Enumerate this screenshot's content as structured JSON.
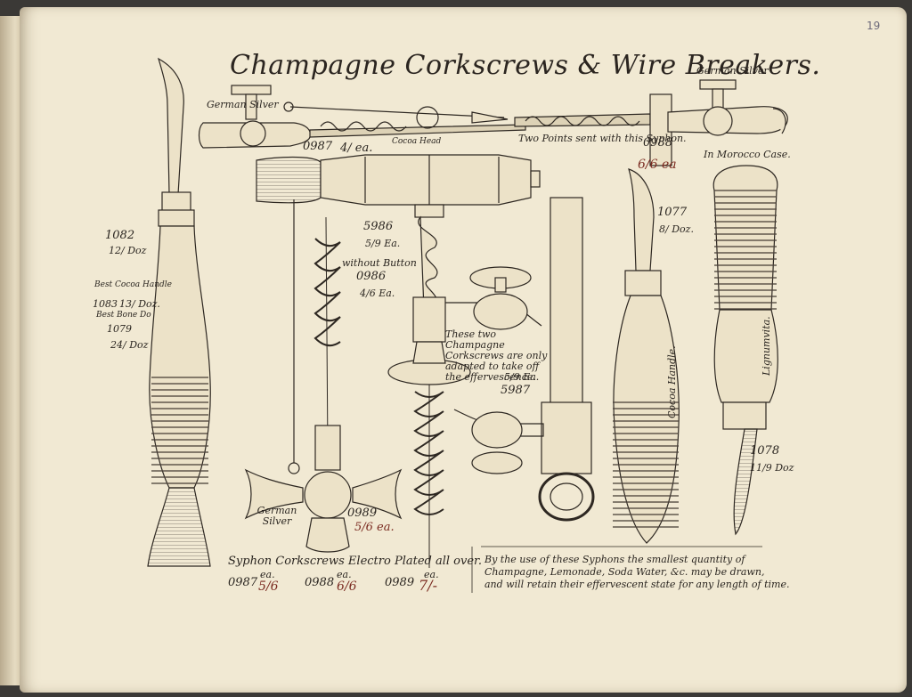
{
  "page_number": "19",
  "title": "Champagne Corkscrews & Wire Breakers.",
  "labels": {
    "german_silver_left": "German Silver",
    "german_silver_right": "German Silver",
    "german_silver_bottom": "German Silver",
    "cocoa_head": "Cocoa Head",
    "two_points": "Two Points sent with this Syphon.",
    "morocco_case": "In Morocco Case.",
    "code_0987": "0987",
    "price_0987": "4/ ea.",
    "code_0988": "0988",
    "price_0988": "6/6 ea",
    "code_1082": "1082",
    "price_1082": "12/ Doz",
    "best_cocoa_handle": "Best Cocoa Handle",
    "code_1083": "1083",
    "price_1083": "13/ Doz.",
    "best_bone": "Best Bone Do",
    "code_1079": "1079",
    "price_1079": "24/ Doz",
    "code_5986": "5986",
    "price_5986": "5/9 Ea.",
    "without_button": "without Button",
    "code_0986": "0986",
    "price_0986": "4/6 Ea.",
    "champagne_note": "These two Champagne Corkscrews are only adapted to take off the effervescence.",
    "price_5987": "5/9 Ea.",
    "code_5987": "5987",
    "code_1077": "1077",
    "price_1077": "8/ Doz.",
    "cocoa_handle": "Cocoa Handle.",
    "lignumvita": "Lignumvita.",
    "code_1078": "1078",
    "price_1078": "11/9 Doz",
    "code_0989": "0989",
    "price_0989": "5/6 ea.",
    "syphon_caption": "Syphon Corkscrews Electro Plated all over.",
    "sc_code_1": "0987",
    "sc_price_1": "5/6",
    "sc_code_2": "0988",
    "sc_price_2": "6/6",
    "sc_code_3": "0989",
    "sc_price_3": "7/-",
    "ea": "ea.",
    "syphon_note_1": "By the use of these Syphons the smallest quantity of",
    "syphon_note_2": "Champagne, Lemonade, Soda Water, &c. may be drawn,",
    "syphon_note_3": "and will retain their effervescent state for any length of time."
  }
}
